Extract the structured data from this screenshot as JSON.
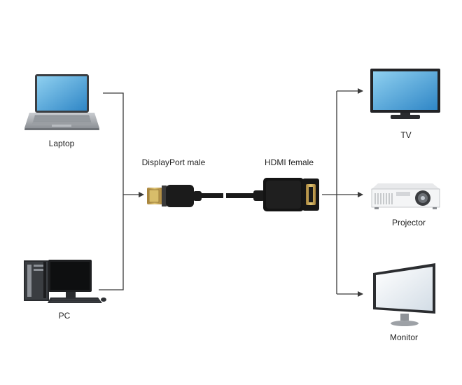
{
  "labels": {
    "laptop": "Laptop",
    "pc": "PC",
    "displayport": "DisplayPort male",
    "hdmi": "HDMI female",
    "tv": "TV",
    "projector": "Projector",
    "monitor": "Monitor"
  },
  "colors": {
    "line": "#3a3a3a",
    "cable": "#1a1a1a",
    "screen_blue": "#4aa6d6",
    "screen_light": "#eef3f7",
    "gold": "#c9a64a",
    "device_gray": "#8a8d92"
  }
}
